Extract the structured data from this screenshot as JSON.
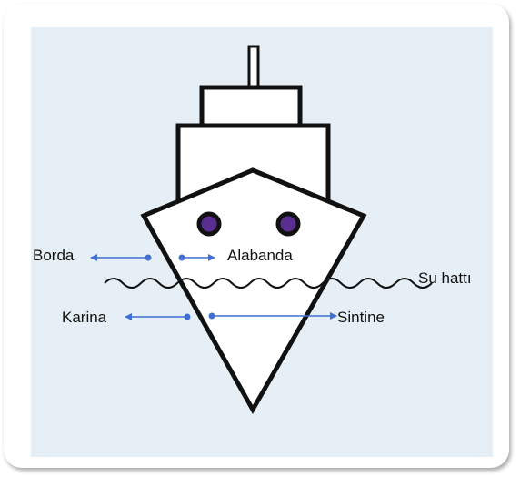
{
  "labels": {
    "borda": "Borda",
    "alabanda": "Alabanda",
    "su_hatti": "Su hattı",
    "karina": "Karina",
    "sintine": "Sintine"
  },
  "colors": {
    "panel_bg": "#e6eff5",
    "outline": "#111111",
    "porthole": "#5a2d91",
    "arrow": "#3f6fd1"
  }
}
